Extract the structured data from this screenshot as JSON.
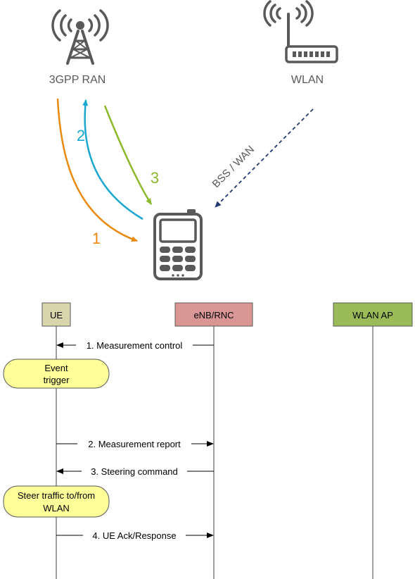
{
  "top": {
    "ran_label": "3GPP RAN",
    "wlan_label": "WLAN",
    "step1": "1",
    "step2": "2",
    "step3": "3",
    "bss_wan_label": "BSS / WAN",
    "icons": {
      "ran": "cell-tower-icon",
      "wlan": "wifi-router-icon",
      "ue": "mobile-phone-icon"
    },
    "colors": {
      "step1": "#e98a0e",
      "step2": "#1aa7cf",
      "step3": "#8cb82a",
      "bss_wan": "#1f3a6e",
      "icon": "#595959"
    }
  },
  "sequence": {
    "participants": [
      {
        "label": "UE",
        "color": "#d9d5ad"
      },
      {
        "label": "eNB/RNC",
        "color": "#d99694"
      },
      {
        "label": "WLAN AP",
        "color": "#9bbb59"
      }
    ],
    "messages": [
      {
        "label": "1. Measurement control"
      },
      {
        "label": "2. Measurement report"
      },
      {
        "label": "3. Steering command"
      },
      {
        "label": "4. UE Ack/Response"
      }
    ],
    "notes": [
      {
        "line1": "Event",
        "line2": "trigger"
      },
      {
        "line1": "Steer traffic to/from",
        "line2": "WLAN"
      }
    ],
    "note_color": "#ffff99"
  }
}
